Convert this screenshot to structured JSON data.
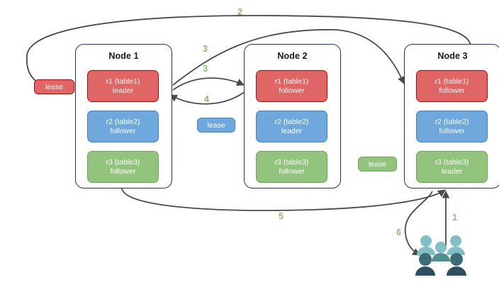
{
  "diagram": {
    "title": "raft-multi-node-lease-diagram",
    "colors": {
      "red": "#e06666",
      "red_border": "#cc0000",
      "blue": "#6fa8dc",
      "blue_border": "#3d85c6",
      "green": "#93c47d",
      "green_border": "#6aa84f",
      "node_border": "#1f3864",
      "edge": "#4a4a4a",
      "label_green": "#82c46a",
      "user_light": "#7fc0c4",
      "user_mid": "#4e8f95",
      "user_dark": "#3d6b78",
      "user_darkest": "#2c5060"
    }
  },
  "nodes": [
    {
      "title": "Node 1",
      "replicas": [
        {
          "name": "r1 (table1)",
          "role": "leader",
          "color": "red"
        },
        {
          "name": "r2 (table2)",
          "role": "follower",
          "color": "blue"
        },
        {
          "name": "r3 (table3)",
          "role": "follower",
          "color": "green"
        }
      ]
    },
    {
      "title": "Node 2",
      "replicas": [
        {
          "name": "r1 (table1)",
          "role": "follower",
          "color": "red"
        },
        {
          "name": "r2 (table2)",
          "role": "leader",
          "color": "blue"
        },
        {
          "name": "r3 (table3)",
          "role": "follower",
          "color": "green"
        }
      ]
    },
    {
      "title": "Node 3",
      "replicas": [
        {
          "name": "r1 (table1)",
          "role": "follower",
          "color": "red"
        },
        {
          "name": "r2 (table2)",
          "role": "follower",
          "color": "blue"
        },
        {
          "name": "r3 (table3)",
          "role": "leader",
          "color": "green"
        }
      ]
    }
  ],
  "leases": [
    {
      "label": "lease",
      "color": "red"
    },
    {
      "label": "lease",
      "color": "blue"
    },
    {
      "label": "lease",
      "color": "green"
    }
  ],
  "edge_labels": [
    {
      "id": "step-2",
      "text": "2"
    },
    {
      "id": "step-3a",
      "text": "3"
    },
    {
      "id": "step-3b",
      "text": "3"
    },
    {
      "id": "step-4",
      "text": "4"
    },
    {
      "id": "step-5",
      "text": "5"
    },
    {
      "id": "step-1",
      "text": "1"
    },
    {
      "id": "step-6",
      "text": "6"
    }
  ],
  "actors": {
    "users_icon": "users-group-icon"
  }
}
